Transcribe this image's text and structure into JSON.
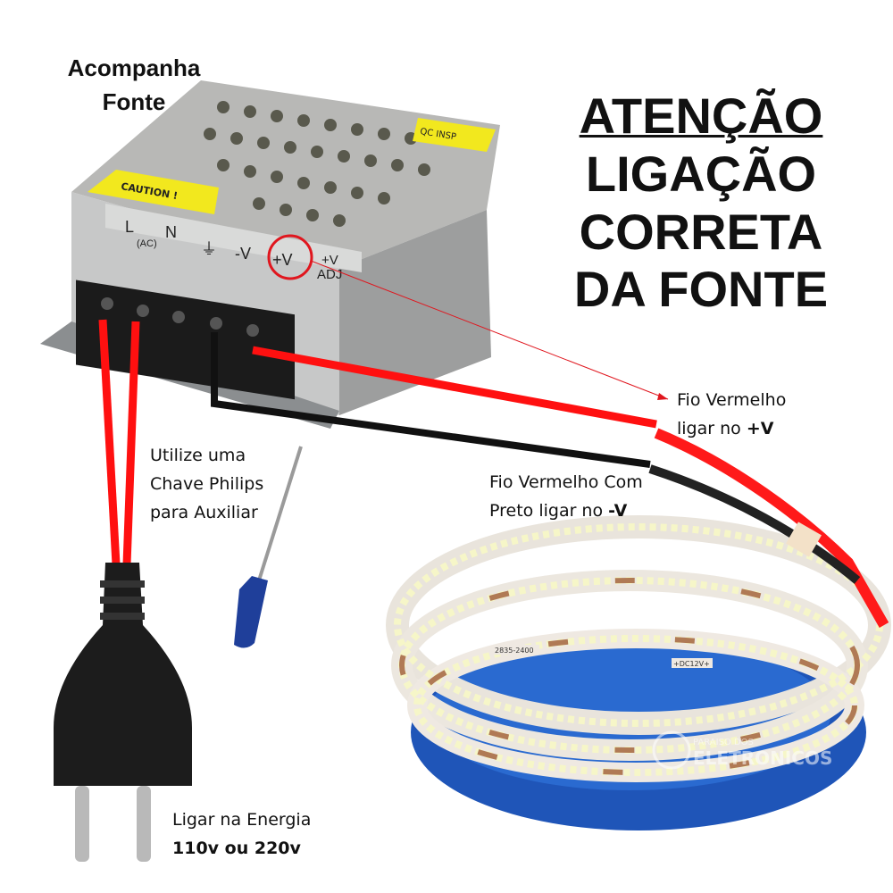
{
  "heading": {
    "line1": "ATENÇÃO",
    "line2": "LIGAÇÃO",
    "line3": "CORRETA",
    "line4": "DA FONTE"
  },
  "power_supply": {
    "caption_line1": "Acompanha",
    "caption_line2": "Fonte",
    "caution_label": "CAUTION !",
    "qc_label": "QC INSP",
    "terminals": [
      "L",
      "N",
      "(AC)",
      "⏚",
      "-V",
      "+V",
      "+V",
      "ADJ"
    ]
  },
  "red_wire_note": {
    "line1": "Fio Vermelho",
    "line2_prefix": "ligar no ",
    "line2_bold": "+V"
  },
  "black_wire_note": {
    "line1": "Fio Vermelho Com",
    "line2_prefix": "Preto ligar no ",
    "line2_bold": "-V"
  },
  "screwdriver_note": {
    "line1": "Utilize uma",
    "line2": "Chave Philips",
    "line3": "para Auxiliar"
  },
  "plug_note": {
    "line1": "Ligar na Energia",
    "line2": "110v ou 220v"
  },
  "led_strip": {
    "print_labels": [
      "2835-2400",
      "+DC12V+"
    ]
  },
  "watermark": {
    "line1": "PARAISO DOS",
    "line2": "ELETRONICOS"
  },
  "colors": {
    "red_wire": "#ff1010",
    "black_wire": "#111111",
    "highlight_circle": "#e0161e",
    "strip_blue": "#1f55b8"
  }
}
